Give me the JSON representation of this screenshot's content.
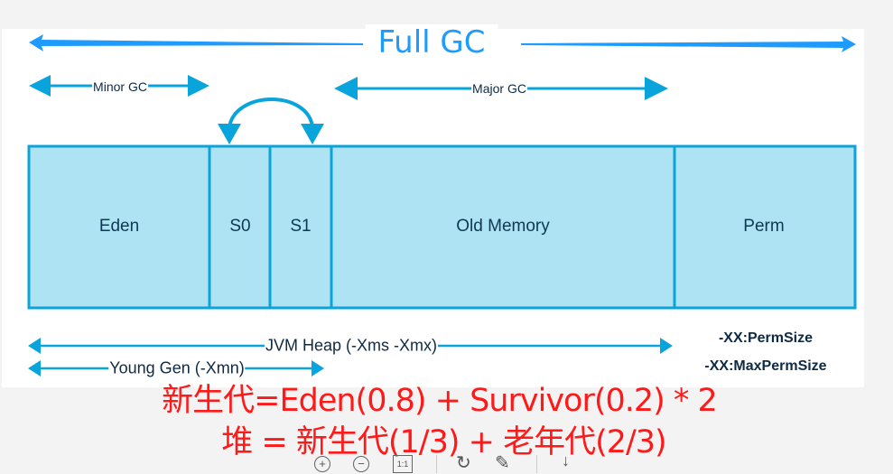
{
  "diagram": {
    "full_gc_label": "Full GC",
    "minor_gc_label": "Minor GC",
    "major_gc_label": "Major GC",
    "regions": [
      {
        "id": "eden",
        "label": "Eden"
      },
      {
        "id": "s0",
        "label": "S0"
      },
      {
        "id": "s1",
        "label": "S1"
      },
      {
        "id": "old",
        "label": "Old Memory"
      },
      {
        "id": "perm",
        "label": "Perm"
      }
    ],
    "jvm_heap_label": "JVM Heap (-Xms -Xmx)",
    "young_gen_label": "Young Gen (-Xmn)",
    "perm_options": [
      "-XX:PermSize",
      "-XX:MaxPermSize"
    ],
    "colors": {
      "box_fill": "#ade3f3",
      "box_border": "#0aa4dc",
      "arrow": "#0aa4dc",
      "full_gc": "#1e9bff",
      "caption": "#ff1a1a"
    }
  },
  "caption": {
    "line1": "新生代=Eden(0.8) + Survivor(0.2) * 2",
    "line2": "堆 = 新生代(1/3) + 老年代(2/3)"
  },
  "toolbar": {
    "zoom_in": "+",
    "zoom_out": "−",
    "actual_size": "1:1",
    "rotate": "↻",
    "edit": "✎",
    "download": "↓"
  }
}
